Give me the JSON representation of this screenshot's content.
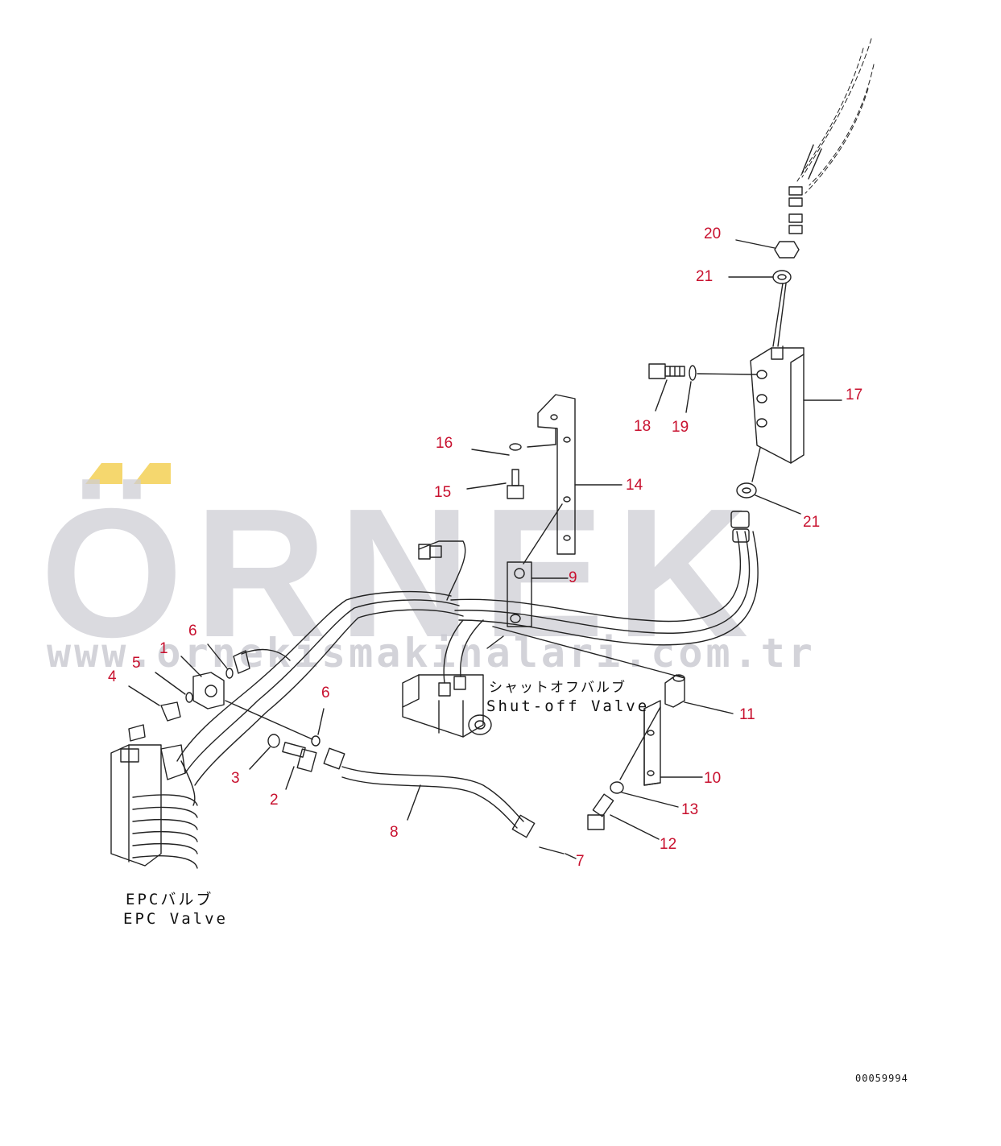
{
  "watermark": {
    "brand": "ÖRNEK",
    "url": "www.ornekismakinalari.com.tr",
    "accent_color": "#f5d76e"
  },
  "labels": {
    "shutoff_jp": "シャットオフバルブ",
    "shutoff_en": "Shut-off Valve",
    "epc_jp": "EPCバルブ",
    "epc_en": "EPC Valve"
  },
  "document_number": "00059994",
  "callout_color": "#c8102e",
  "callouts": [
    "1",
    "2",
    "3",
    "4",
    "5",
    "6",
    "6",
    "7",
    "8",
    "9",
    "10",
    "11",
    "12",
    "13",
    "14",
    "15",
    "16",
    "17",
    "18",
    "19",
    "20",
    "21",
    "21"
  ]
}
